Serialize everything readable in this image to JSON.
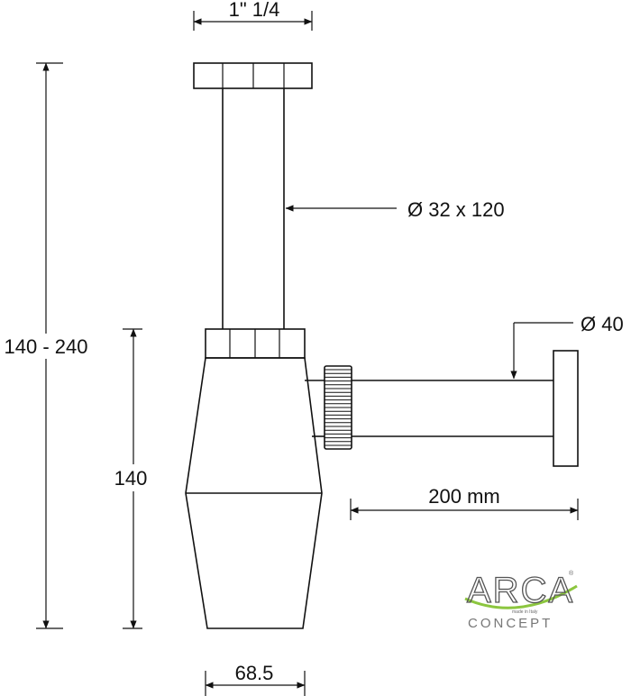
{
  "dimensions": {
    "top_thread": "1\" 1/4",
    "tube": "Ø 32 x 120",
    "outlet_diameter": "Ø 40",
    "total_height": "140 - 240",
    "body_height": "140",
    "outlet_length": "200 mm",
    "body_width": "68.5"
  },
  "logo": {
    "brand": "ARCA",
    "registered": "®",
    "tagline": "made in Italy",
    "sub": "CONCEPT",
    "accent_color": "#8cc63f"
  },
  "colors": {
    "line": "#111111",
    "background": "#ffffff"
  }
}
